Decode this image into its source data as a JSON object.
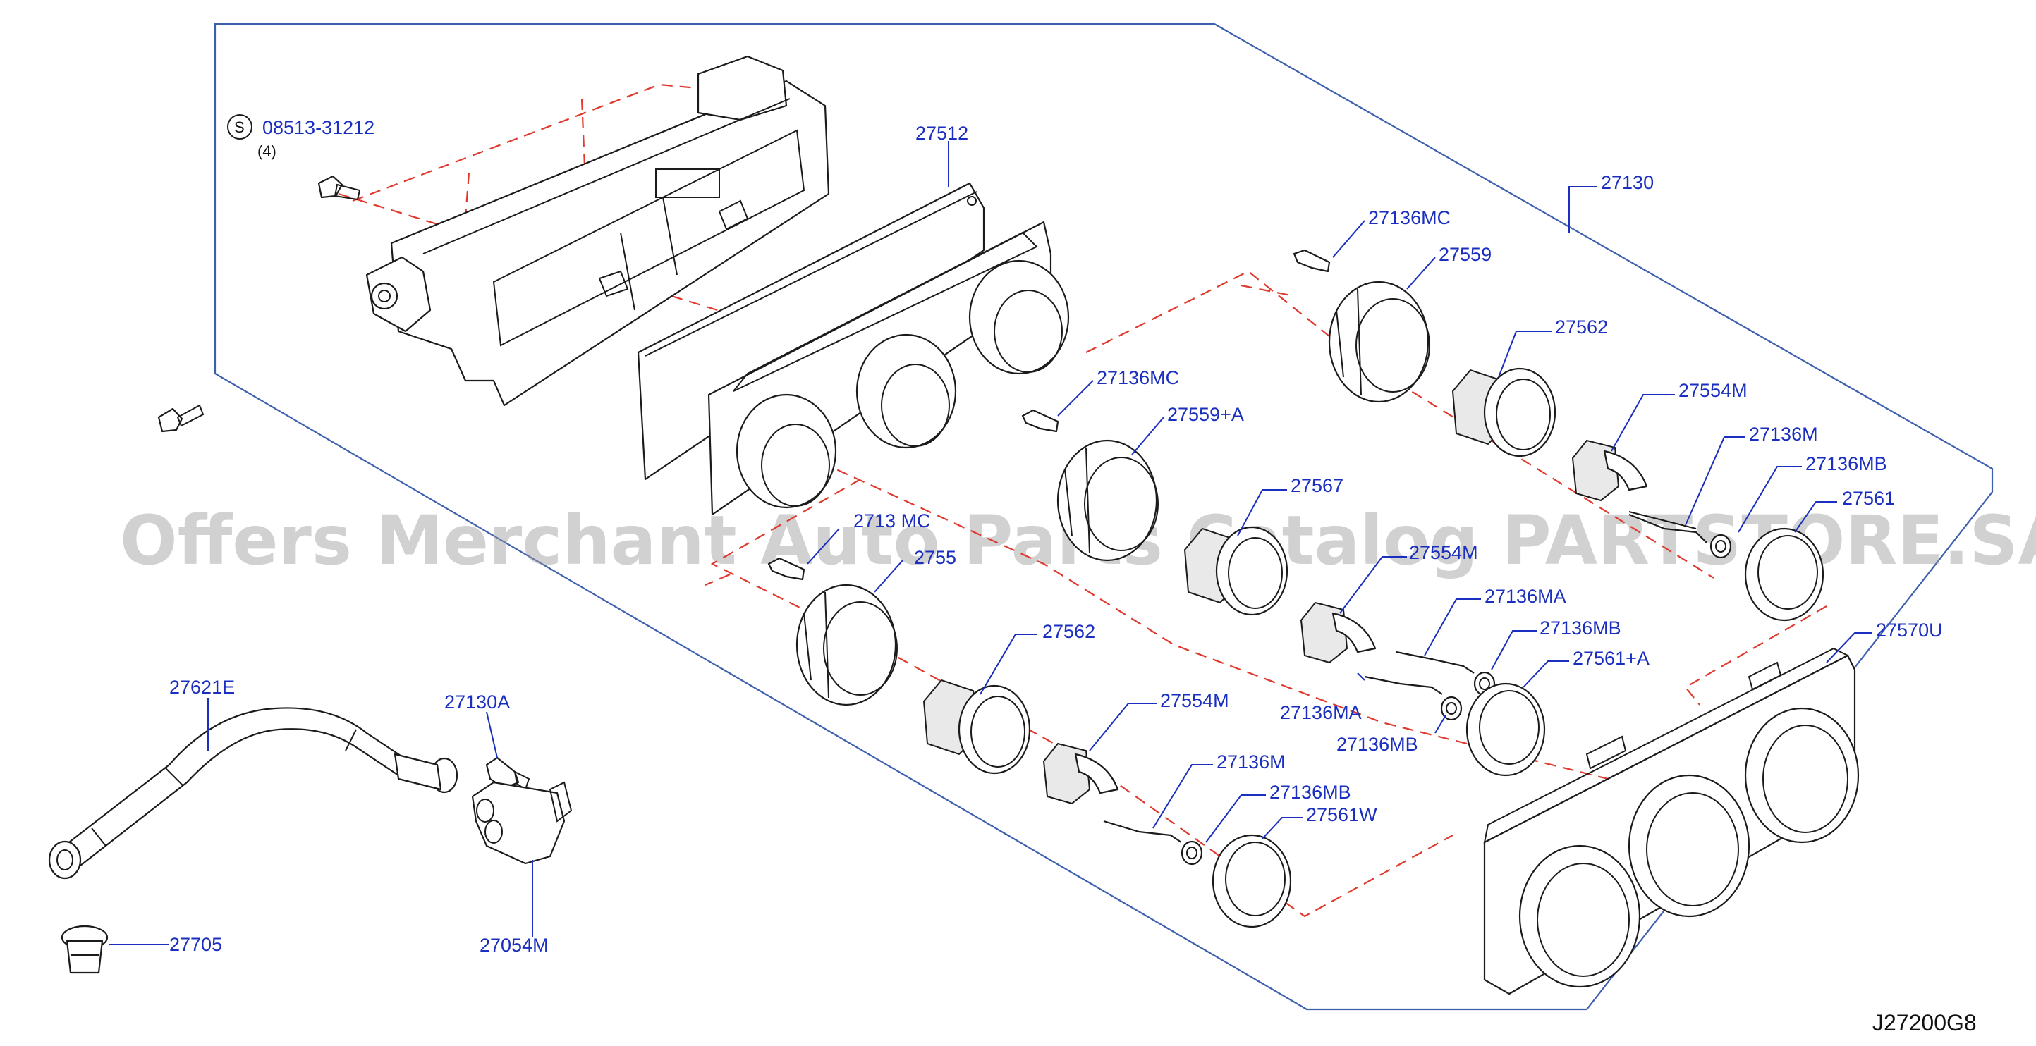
{
  "diagram": {
    "watermark": "Offers Merchant Auto Parts Catalog PARTSTORE.SA",
    "diagram_code": "J27200G8",
    "screw_symbol": "S",
    "screw_quantity": "(4)",
    "labels": {
      "screw": "08513-31212",
      "housing_panel": "27512",
      "control_assy": "27130",
      "clip_top": "27136MC",
      "ring_top": "27559",
      "knob_top": "27562",
      "cam_top": "27554M",
      "rod_top": "27136M",
      "bushing_top": "27136MB",
      "dial_top": "27561",
      "clip_mid": "27136MC",
      "ring_mid": "27559+A",
      "knob_mid": "27567",
      "cam_mid": "27554M",
      "rod_mid_a": "27136MA",
      "bushing_mid": "27136MB",
      "dial_mid": "27561+A",
      "rod_mid_b": "27136MA",
      "bushing_mid_b": "27136MB",
      "bezel": "27570U",
      "clip_low": "2713  MC",
      "ring_low": "2755",
      "knob_low": "27562",
      "cam_low": "27554M",
      "rod_low": "27136M",
      "bushing_low": "27136MB",
      "dial_low": "27561W",
      "hose": "27621E",
      "connector": "27130A",
      "sensor": "27054M",
      "clip_loose": "27705"
    },
    "colors": {
      "label": "#1a2fbf",
      "frame": "#3d5fae",
      "dashed_guide": "#e0392e",
      "part_stroke": "#1b1b1b"
    }
  }
}
